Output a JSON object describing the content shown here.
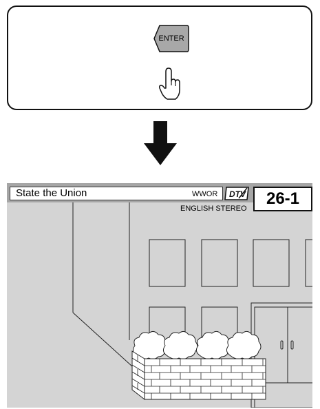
{
  "remote": {
    "enter_label": "ENTER"
  },
  "icons": {
    "hand": "pointing-hand-icon",
    "arrow": "down-arrow-icon"
  },
  "tv": {
    "program_title": "State the Union",
    "station": "WWOR",
    "audio": "ENGLISH STEREO",
    "channel": "26-1",
    "dtv_logo_text": "DTV"
  },
  "colors": {
    "info_bar": "#a6a6a6",
    "screen_background": "#d4d4d4",
    "button_fill": "#a8a8a8"
  }
}
